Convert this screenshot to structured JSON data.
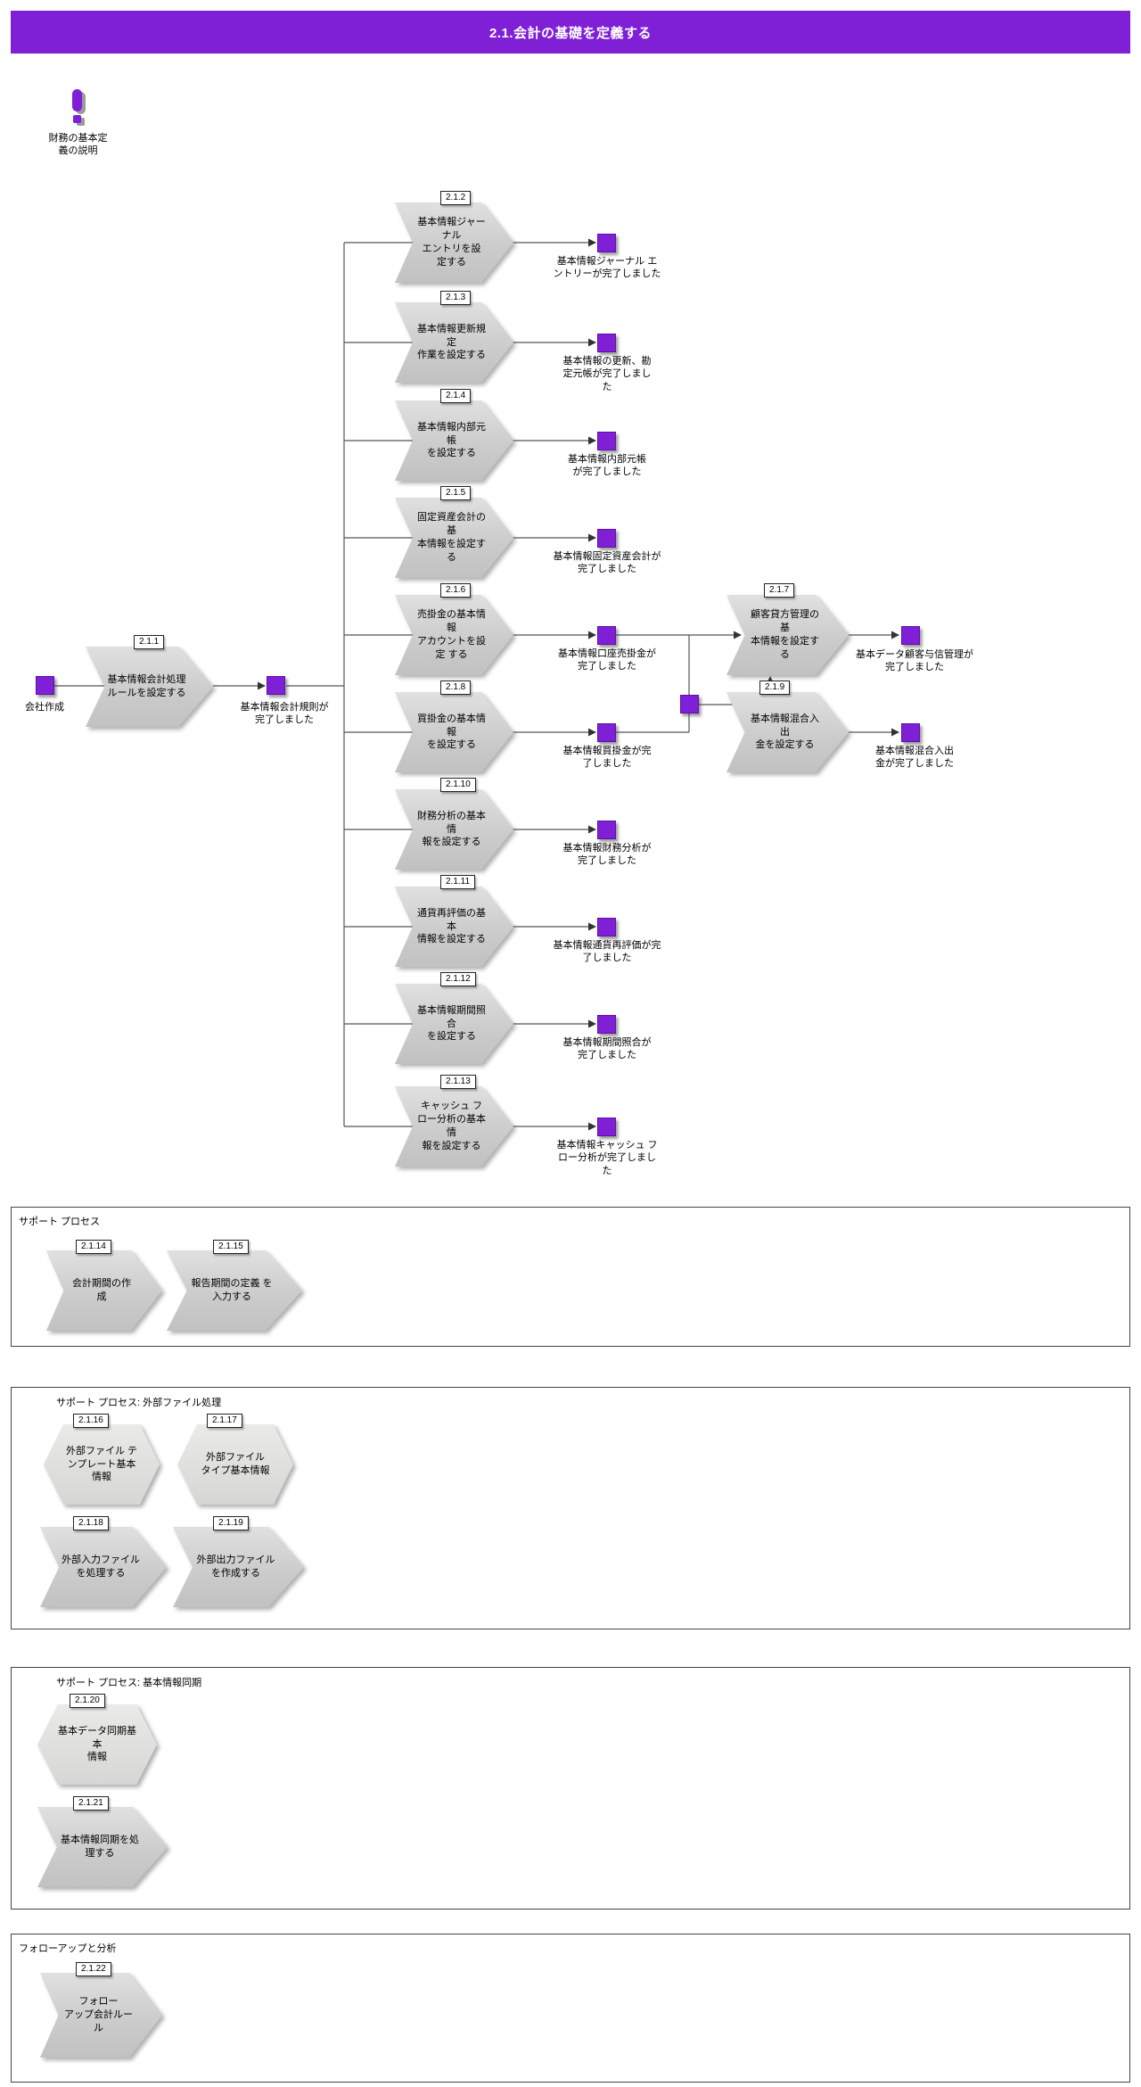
{
  "colors": {
    "purple": "#7f1fd6",
    "line": "#555555"
  },
  "header": {
    "title": "2.1.会計の基礎を定義する"
  },
  "note": {
    "icon": "exclamation-icon",
    "label": "財務の基本定\n義の説明"
  },
  "flow": {
    "start_label": "会社作成",
    "first": {
      "id": "2.1.1",
      "label": "基本情報会計処理\nルールを設定する"
    },
    "first_done": "基本情報会計規則が\n完了しました",
    "branches": [
      {
        "id": "2.1.2",
        "label": "基本情報ジャーナル\nエントリを設 定する",
        "done": "基本情報ジャーナル エ\nントリーが完了しました"
      },
      {
        "id": "2.1.3",
        "label": "基本情報更新規定\n作業を設定する",
        "done": "基本情報の更新、勘\n定元帳が完了しまし\nた"
      },
      {
        "id": "2.1.4",
        "label": "基本情報内部元帳\nを設定する",
        "done": "基本情報内部元帳\nが完了しました"
      },
      {
        "id": "2.1.5",
        "label": "固定資産会計の基\n本情報を設定する",
        "done": "基本情報固定資産会計が\n完了しました"
      },
      {
        "id": "2.1.6",
        "label": "売掛金の基本情報\nアカウントを設定 する",
        "done": "基本情報口座売掛金が\n完了しました"
      },
      {
        "id": "2.1.8",
        "label": "買掛金の基本情報\nを設定する",
        "done": "基本情報買掛金が完\n了しました"
      },
      {
        "id": "2.1.10",
        "label": "財務分析の基本情\n報を設定する",
        "done": "基本情報財務分析が\n完了しました"
      },
      {
        "id": "2.1.11",
        "label": "通貨再評価の基本\n情報を設定する",
        "done": "基本情報通貨再評価が完\n了しました"
      },
      {
        "id": "2.1.12",
        "label": "基本情報期間照合\nを設定する",
        "done": "基本情報期間照合が\n完了しました"
      },
      {
        "id": "2.1.13",
        "label": "キャッシュ フ\nロー分析の基本情\n報を設定する",
        "done": "基本情報キャッシュ フ\nロー分析が完了しまし\nた"
      }
    ],
    "sub": [
      {
        "id": "2.1.7",
        "label": "顧客貸方管理の基\n本情報を設定する",
        "done": "基本データ顧客与信管理が\n完了しました"
      },
      {
        "id": "2.1.9",
        "label": "基本情報混合入出\n金を設定する",
        "done": "基本情報混合入出\n金が完了しました"
      }
    ]
  },
  "sections": [
    {
      "title": "サポート プロセス",
      "items": [
        {
          "id": "2.1.14",
          "label": "会計期間の作成",
          "shape": "chevron"
        },
        {
          "id": "2.1.15",
          "label": "報告期間の定義 を入力する",
          "shape": "chevron"
        }
      ]
    },
    {
      "title": "サポート プロセス: 外部ファイル処理",
      "items": [
        {
          "id": "2.1.16",
          "label": "外部ファイル テ\nンプレート基本 情報",
          "shape": "hexagon"
        },
        {
          "id": "2.1.17",
          "label": "外部ファイル\nタイプ基本情報",
          "shape": "hexagon"
        },
        {
          "id": "2.1.18",
          "label": "外部入力ファイル\nを処理する",
          "shape": "chevron"
        },
        {
          "id": "2.1.19",
          "label": "外部出力ファイル\nを作成する",
          "shape": "chevron"
        }
      ]
    },
    {
      "title": "サポート プロセス: 基本情報同期",
      "items": [
        {
          "id": "2.1.20",
          "label": "基本データ同期基本\n情報",
          "shape": "hexagon"
        },
        {
          "id": "2.1.21",
          "label": "基本情報同期を処理する",
          "shape": "chevron"
        }
      ]
    },
    {
      "title": "フォローアップと分析",
      "items": [
        {
          "id": "2.1.22",
          "label": "フォロー\nアップ会計ルール",
          "shape": "chevron"
        }
      ]
    }
  ]
}
